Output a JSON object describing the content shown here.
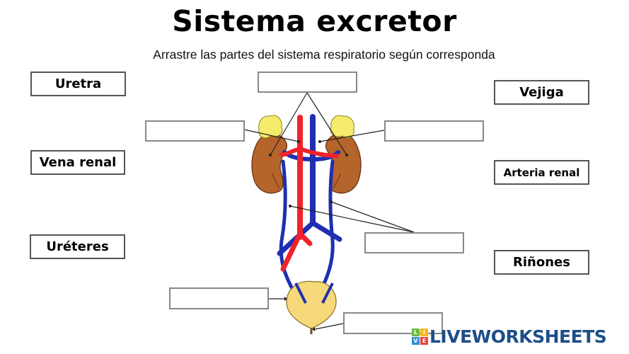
{
  "header": {
    "title": "Sistema excretor",
    "subtitle": "Arrastre las partes del sistema respiratorio según corresponda"
  },
  "labels": [
    {
      "id": "uretra",
      "text": "Uretra"
    },
    {
      "id": "vena-renal",
      "text": "Vena renal"
    },
    {
      "id": "ureteres",
      "text": "Uréteres"
    },
    {
      "id": "vejiga",
      "text": "Vejiga"
    },
    {
      "id": "arteria-renal",
      "text": "Arteria renal"
    },
    {
      "id": "rinones",
      "text": "Riñones"
    }
  ],
  "drop_zones": [
    {
      "id": "top-kidneys",
      "value": ""
    },
    {
      "id": "left-artery",
      "value": ""
    },
    {
      "id": "right-vein",
      "value": ""
    },
    {
      "id": "ureters",
      "value": ""
    },
    {
      "id": "bladder",
      "value": ""
    },
    {
      "id": "urethra",
      "value": ""
    }
  ],
  "colors": {
    "artery": "#f0222a",
    "vein": "#1f2fb0",
    "kidney": "#b5642c",
    "adrenal": "#f4ec6a",
    "bladder": "#f5d97a",
    "brand": "#1d4e89"
  },
  "branding": {
    "logo_letters": [
      "L",
      "I",
      "V",
      "E"
    ],
    "logo_text": "LIVEWORKSHEETS"
  }
}
